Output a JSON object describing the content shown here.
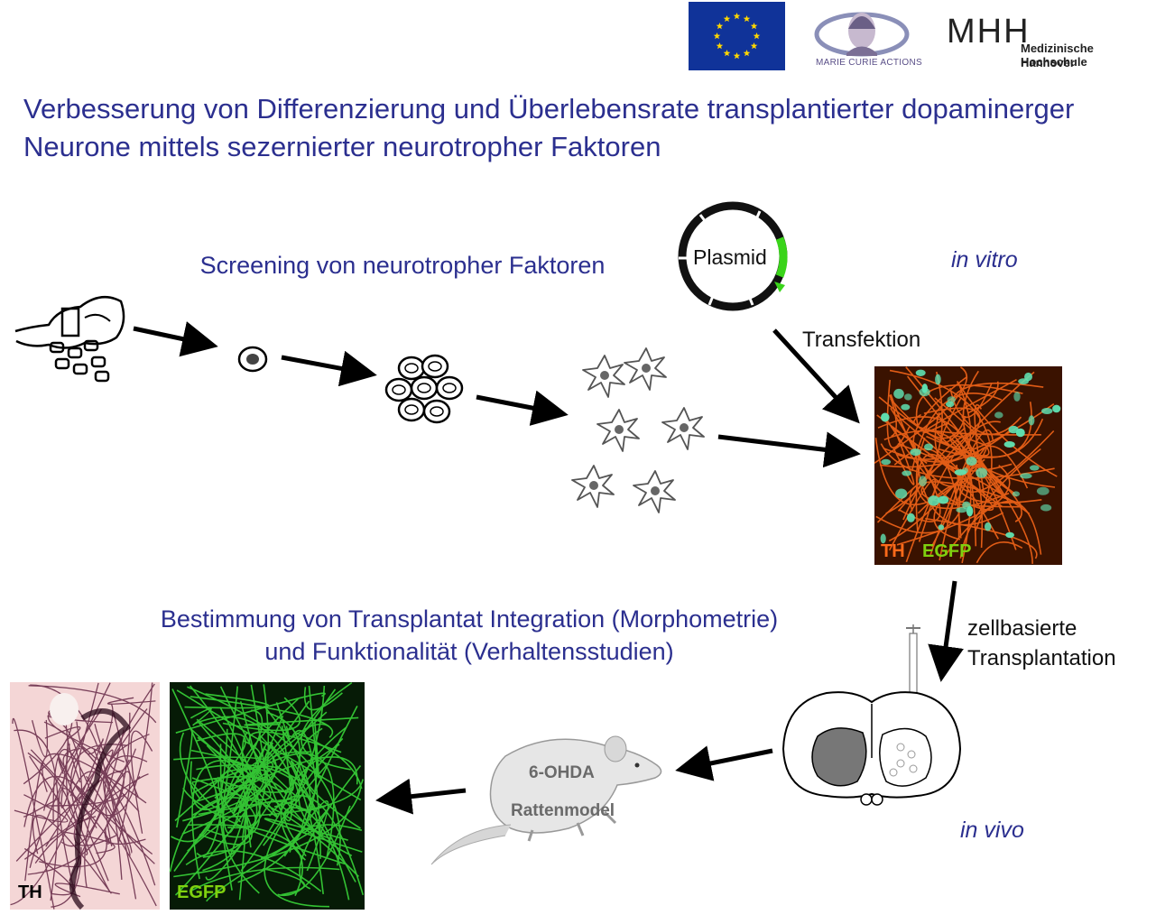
{
  "logos": {
    "marie_curie": "MARIE CURIE ACTIONS",
    "mhh_mark": "MHH",
    "mhh_line1": "Medizinische Hochschule",
    "mhh_line2": "Hannover"
  },
  "title": {
    "line1": "Verbesserung von Differenzierung und Überlebensrate transplantierter dopaminerger",
    "line2": "Neurone mittels sezernierter neurotropher Faktoren"
  },
  "screening_label": "Screening von neurotropher Faktoren",
  "plasmid_label": "Plasmid",
  "in_vitro_label": "in vitro",
  "transfektion_label": "Transfektion",
  "micrograph_top": {
    "th": "TH",
    "egfp": "EGFP"
  },
  "transplant_label": {
    "line1": "zellbasierte",
    "line2": "Transplantation"
  },
  "assessment_label": {
    "line1": "Bestimmung von Transplantat Integration (Morphometrie)",
    "line2": "und Funktionalität (Verhaltensstudien)"
  },
  "rat_labels": {
    "line1": "6-OHDA",
    "line2": "Rattenmodel"
  },
  "in_vivo_label": "in vivo",
  "micrograph_th": "TH",
  "micrograph_egfp": "EGFP",
  "colors": {
    "title_blue": "#2b2f8f",
    "egfp_green": "#7fd10f",
    "th_orange": "#ff6a1a",
    "eu_blue": "#103399",
    "eu_star": "#ffd700"
  }
}
